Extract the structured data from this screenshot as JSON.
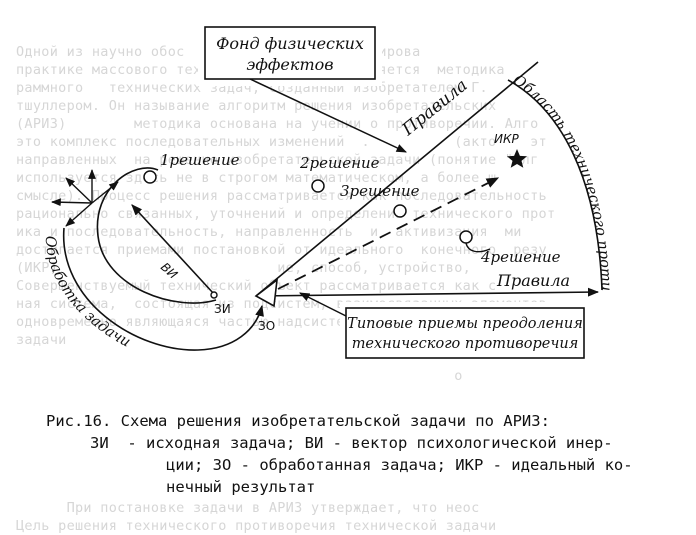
{
  "background_text": [
    "Одной из научно обос        проекте доквартирова",
    "практике массового технического         является  методика",
    "раммного   технических задач, созданный изобретателем Г.",
    "тшуллером. Он называние алгоритм решения изобретательских",
    "(АРИЗ)        методика основана на учении о противоречии. Алго",
    "это комплекс последовательных изменений  .          (акто    эт",
    "направленных  на решение изобретательской задачи (понятие \"алг",
    "используется здесь не в строгом математическом, а более ш",
    "смысле). Процесс решения рассматривается как последовательность",
    "рационально связанных, уточнений и определения технического прот",
    "ика и последовательность, направленность  и  активизация  ми",
    "достигается приемами постановкой от идеального  конечного  резу",
    "(ИКР)                          ие, способ, устройство,",
    "Совершенствуемый технический объект рассматривается как с",
    "ная система,  состоящая из подсистем, взаимосвязанных элементов",
    "одновременно являющаяся частью надсистемы,  состоящей из  взаи",
    "задачи                                              тьных",
    "                                                    задачи",
    "                                                    о",
    "      При постановке задачи в АРИЗ утверждает, что неос",
    "Цель решения технического противоречия технической задачи"
  ],
  "diagram": {
    "box_top": {
      "line1": "Фонд физических",
      "line2": "эффектов"
    },
    "box_bottom": {
      "line1": "Типовые приемы преодоления",
      "line2": "технического противоречия"
    },
    "solutions": [
      "1решение",
      "2решение",
      "3решение",
      "4решение"
    ],
    "rules_upper": "Правила",
    "rules_lower": "Правила",
    "area_label": "Область технического противоречия",
    "processing_label": "Обработка задачи",
    "ikr": "ИКР",
    "zi": "ЗИ",
    "vi": "ВИ",
    "zo": "ЗО"
  },
  "caption": {
    "line1": "Рис.16. Схема решения изобретательской задачи по АРИЗ:",
    "line2": "ЗИ  - исходная задача; ВИ - вектор психологической инер-",
    "line3": "ции; ЗО - обработанная задача; ИКР - идеальный ко-",
    "line4": "нечный результат"
  }
}
